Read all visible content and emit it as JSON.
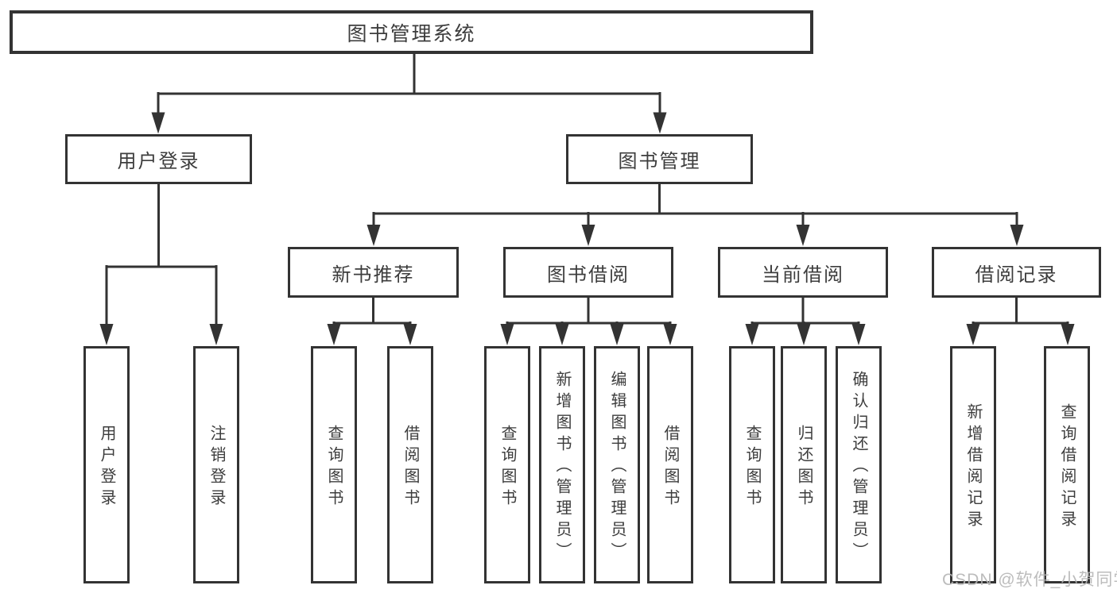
{
  "diagram": {
    "tree": {
      "label": "图书管理系统",
      "children": [
        {
          "label": "用户登录",
          "children": [
            {
              "label": "用户登录"
            },
            {
              "label": "注销登录"
            }
          ]
        },
        {
          "label": "图书管理",
          "children": [
            {
              "label": "新书推荐",
              "children": [
                {
                  "label": "查询图书"
                },
                {
                  "label": "借阅图书"
                }
              ]
            },
            {
              "label": "图书借阅",
              "children": [
                {
                  "label": "查询图书"
                },
                {
                  "label": "新增图书（管理员）"
                },
                {
                  "label": "编辑图书（管理员）"
                },
                {
                  "label": "借阅图书"
                }
              ]
            },
            {
              "label": "当前借阅",
              "children": [
                {
                  "label": "查询图书"
                },
                {
                  "label": "归还图书"
                },
                {
                  "label": "确认归还（管理员）"
                }
              ]
            },
            {
              "label": "借阅记录",
              "children": [
                {
                  "label": "新增借阅记录"
                },
                {
                  "label": "查询借阅记录"
                }
              ]
            }
          ]
        }
      ]
    }
  },
  "watermark": {
    "text": "CSDN @软件_小贺同学"
  },
  "style": {
    "line_color": "#333333",
    "text_color": "#3d3d3d",
    "background": "#ffffff",
    "watermark_color": "#b5b5b5"
  }
}
